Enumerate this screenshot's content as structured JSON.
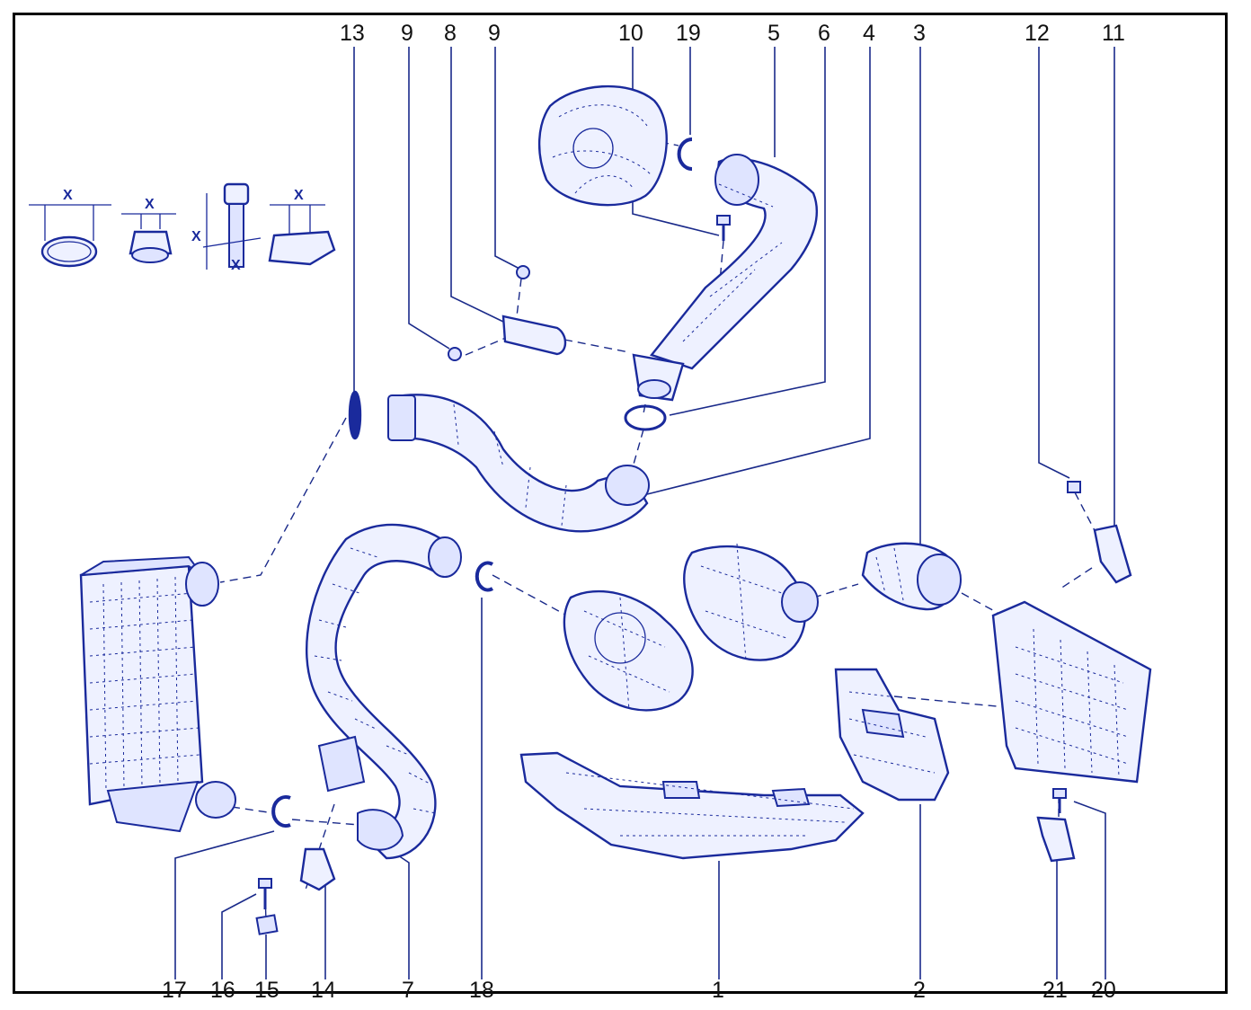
{
  "diagram": {
    "callouts": [
      {
        "id": "c13",
        "text": "13"
      },
      {
        "id": "c9a",
        "text": "9"
      },
      {
        "id": "c8",
        "text": "8"
      },
      {
        "id": "c9b",
        "text": "9"
      },
      {
        "id": "c10",
        "text": "10"
      },
      {
        "id": "c19",
        "text": "19"
      },
      {
        "id": "c5",
        "text": "5"
      },
      {
        "id": "c6",
        "text": "6"
      },
      {
        "id": "c4",
        "text": "4"
      },
      {
        "id": "c3",
        "text": "3"
      },
      {
        "id": "c12",
        "text": "12"
      },
      {
        "id": "c11",
        "text": "11"
      },
      {
        "id": "c17",
        "text": "17"
      },
      {
        "id": "c16",
        "text": "16"
      },
      {
        "id": "c15",
        "text": "15"
      },
      {
        "id": "c14",
        "text": "14"
      },
      {
        "id": "c7",
        "text": "7"
      },
      {
        "id": "c18",
        "text": "18"
      },
      {
        "id": "c1",
        "text": "1"
      },
      {
        "id": "c2",
        "text": "2"
      },
      {
        "id": "c21",
        "text": "21"
      },
      {
        "id": "c20",
        "text": "20"
      }
    ],
    "legend_marks": [
      {
        "id": "x1",
        "text": "X"
      },
      {
        "id": "x2",
        "text": "X"
      },
      {
        "id": "x3a",
        "text": "X"
      },
      {
        "id": "x3b",
        "text": "X"
      },
      {
        "id": "x4",
        "text": "X"
      }
    ],
    "colors": {
      "line": "#1a2a9c",
      "fill": "#eef1ff",
      "frame": "#000000"
    }
  }
}
